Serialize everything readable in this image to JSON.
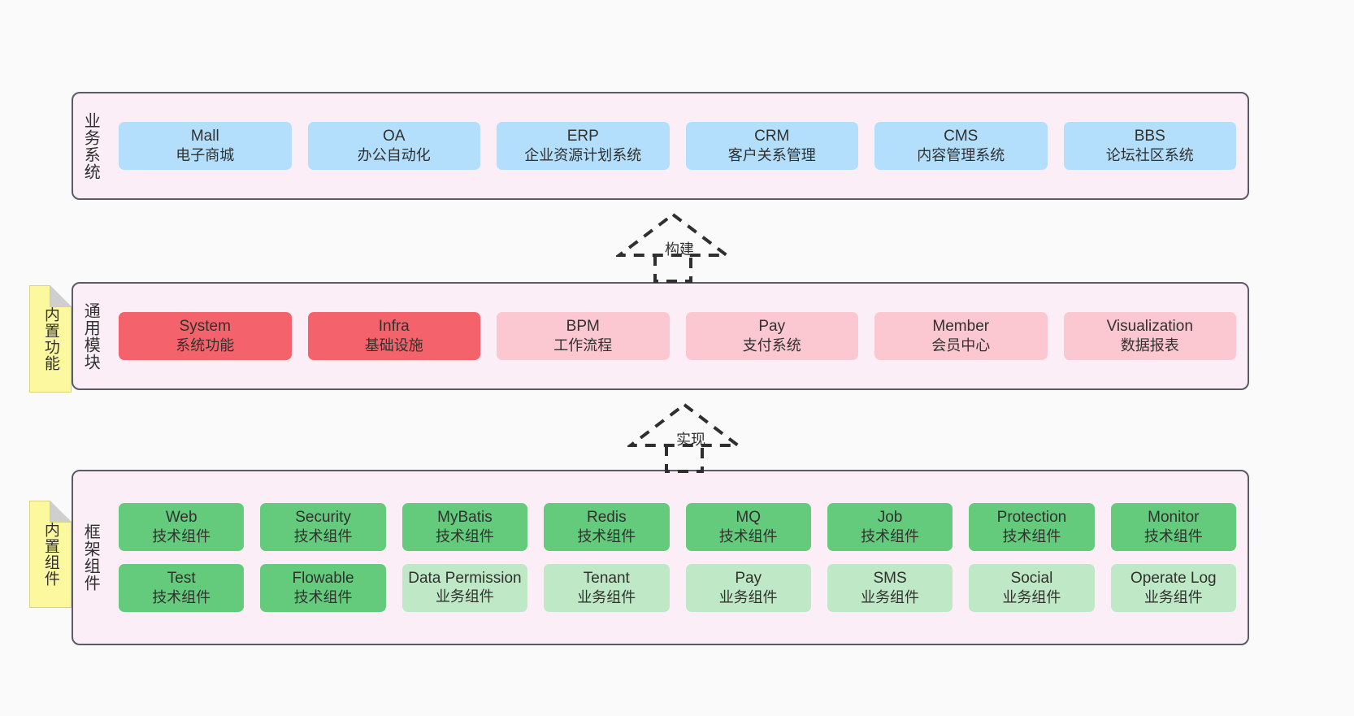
{
  "diagram": {
    "background": "#fafafa",
    "panel_bg": "#fbeef6",
    "panel_border": "#5b5b66"
  },
  "layers": [
    {
      "id": "business",
      "title": "业务系统",
      "rows": [
        [
          {
            "name": "Mall",
            "sub": "电子商城",
            "color": "#b3dffc",
            "style": "n-blue"
          },
          {
            "name": "OA",
            "sub": "办公自动化",
            "color": "#b3dffc",
            "style": "n-blue"
          },
          {
            "name": "ERP",
            "sub": "企业资源计划系统",
            "color": "#b3dffc",
            "style": "n-blue"
          },
          {
            "name": "CRM",
            "sub": "客户关系管理",
            "color": "#b3dffc",
            "style": "n-blue"
          },
          {
            "name": "CMS",
            "sub": "内容管理系统",
            "color": "#b3dffc",
            "style": "n-blue"
          },
          {
            "name": "BBS",
            "sub": "论坛社区系统",
            "color": "#b3dffc",
            "style": "n-blue"
          }
        ]
      ]
    },
    {
      "id": "common",
      "title": "通用模块",
      "note": "内置功能",
      "rows": [
        [
          {
            "name": "System",
            "sub": "系统功能",
            "color": "#f4636b",
            "style": "n-red"
          },
          {
            "name": "Infra",
            "sub": "基础设施",
            "color": "#f4636b",
            "style": "n-red"
          },
          {
            "name": "BPM",
            "sub": "工作流程",
            "color": "#fbc8d1",
            "style": "n-pink"
          },
          {
            "name": "Pay",
            "sub": "支付系统",
            "color": "#fbc8d1",
            "style": "n-pink"
          },
          {
            "name": "Member",
            "sub": "会员中心",
            "color": "#fbc8d1",
            "style": "n-pink"
          },
          {
            "name": "Visualization",
            "sub": "数据报表",
            "color": "#fbc8d1",
            "style": "n-pink"
          }
        ]
      ]
    },
    {
      "id": "framework",
      "title": "框架组件",
      "note": "内置组件",
      "rows": [
        [
          {
            "name": "Web",
            "sub": "技术组件",
            "color": "#65cb7c",
            "style": "n-green"
          },
          {
            "name": "Security",
            "sub": "技术组件",
            "color": "#65cb7c",
            "style": "n-green"
          },
          {
            "name": "MyBatis",
            "sub": "技术组件",
            "color": "#65cb7c",
            "style": "n-green"
          },
          {
            "name": "Redis",
            "sub": "技术组件",
            "color": "#65cb7c",
            "style": "n-green"
          },
          {
            "name": "MQ",
            "sub": "技术组件",
            "color": "#65cb7c",
            "style": "n-green"
          },
          {
            "name": "Job",
            "sub": "技术组件",
            "color": "#65cb7c",
            "style": "n-green"
          },
          {
            "name": "Protection",
            "sub": "技术组件",
            "color": "#65cb7c",
            "style": "n-green"
          },
          {
            "name": "Monitor",
            "sub": "技术组件",
            "color": "#65cb7c",
            "style": "n-green"
          }
        ],
        [
          {
            "name": "Test",
            "sub": "技术组件",
            "color": "#65cb7c",
            "style": "n-green"
          },
          {
            "name": "Flowable",
            "sub": "技术组件",
            "color": "#65cb7c",
            "style": "n-green"
          },
          {
            "name": "Data Permission",
            "sub": "业务组件",
            "color": "#bfe9c6",
            "style": "n-lightgreen"
          },
          {
            "name": "Tenant",
            "sub": "业务组件",
            "color": "#bfe9c6",
            "style": "n-lightgreen"
          },
          {
            "name": "Pay",
            "sub": "业务组件",
            "color": "#bfe9c6",
            "style": "n-lightgreen"
          },
          {
            "name": "SMS",
            "sub": "业务组件",
            "color": "#bfe9c6",
            "style": "n-lightgreen"
          },
          {
            "name": "Social",
            "sub": "业务组件",
            "color": "#bfe9c6",
            "style": "n-lightgreen"
          },
          {
            "name": "Operate Log",
            "sub": "业务组件",
            "color": "#bfe9c6",
            "style": "n-lightgreen"
          }
        ]
      ]
    }
  ],
  "connectors": [
    {
      "id": "build",
      "label": "构建",
      "from": "common",
      "to": "business"
    },
    {
      "id": "implement",
      "label": "实现",
      "from": "framework",
      "to": "common"
    }
  ]
}
